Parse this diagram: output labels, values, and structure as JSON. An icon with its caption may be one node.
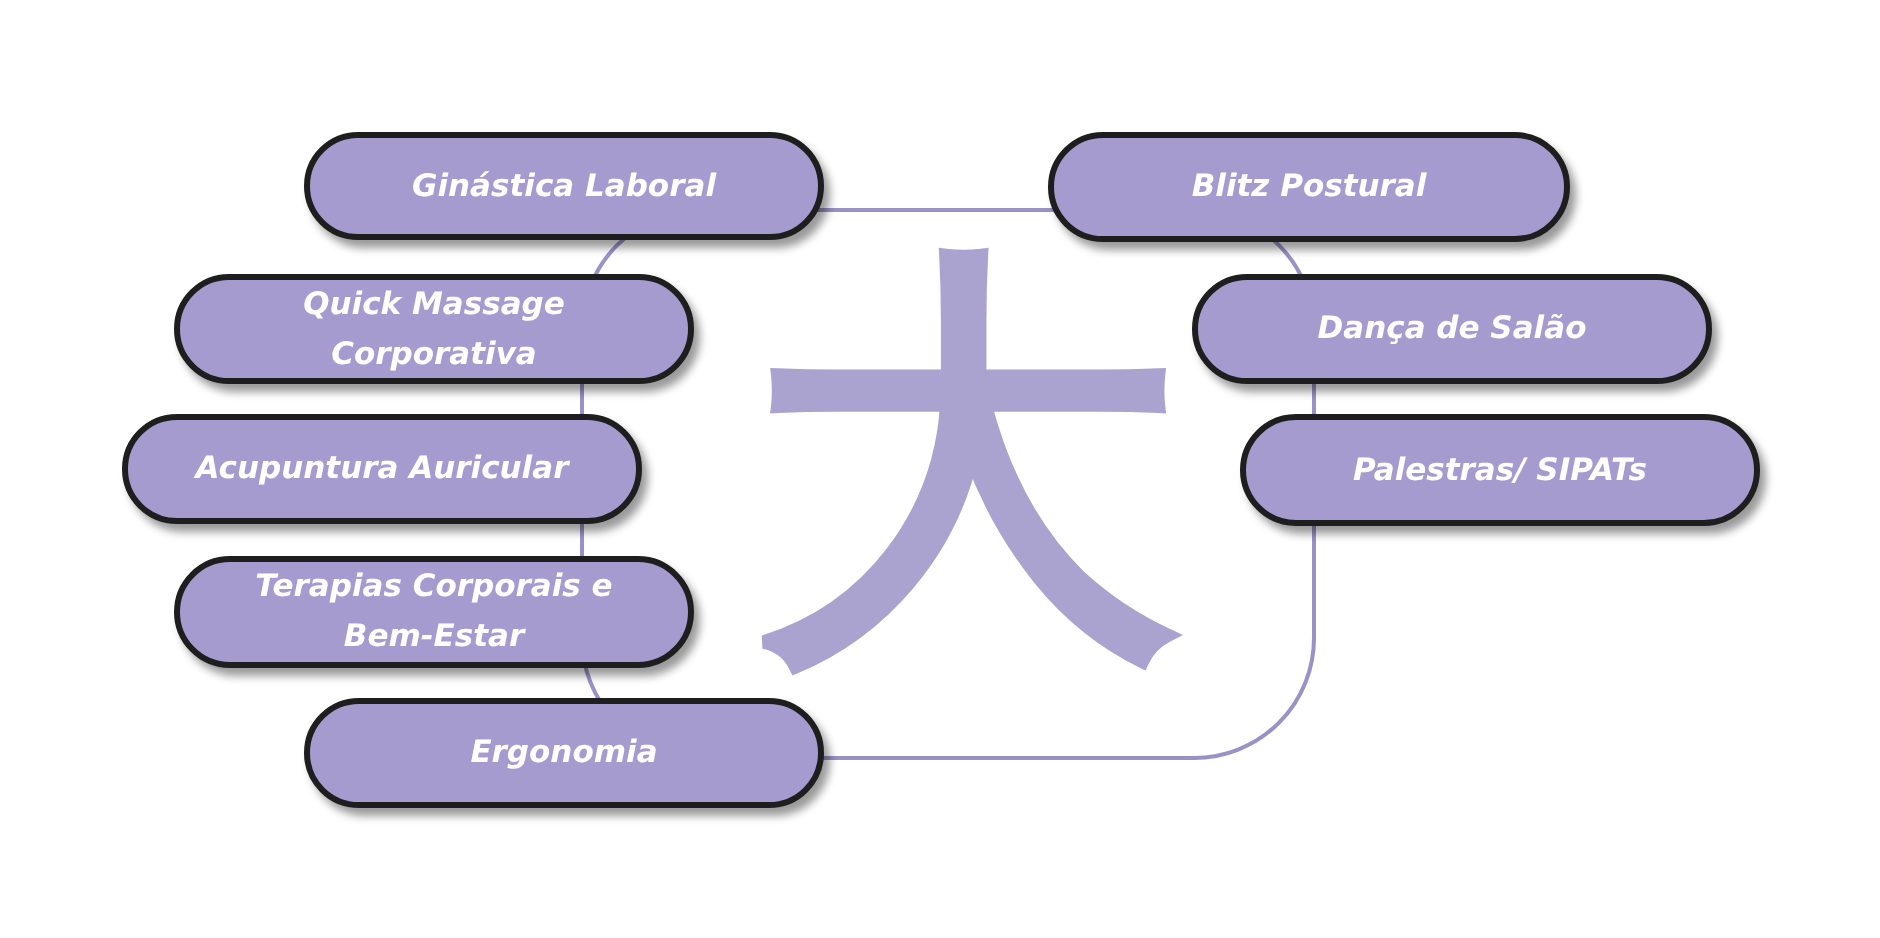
{
  "diagram": {
    "nodes": [
      {
        "text": [
          "Ginástica Laboral"
        ]
      },
      {
        "text": [
          "Blitz Postural"
        ]
      },
      {
        "text": [
          "Quick Massage Corporativa"
        ]
      },
      {
        "text": [
          "Dança de Salão"
        ]
      },
      {
        "text": [
          "Acupuntura Auricular"
        ]
      },
      {
        "text": [
          "Palestras/ SIPATs"
        ]
      },
      {
        "text": [
          "Terapias Corporais e Bem-Estar"
        ]
      },
      {
        "text": [
          "Ergonomia"
        ]
      },
      {
        "text": [
          "大"
        ]
      }
    ]
  }
}
